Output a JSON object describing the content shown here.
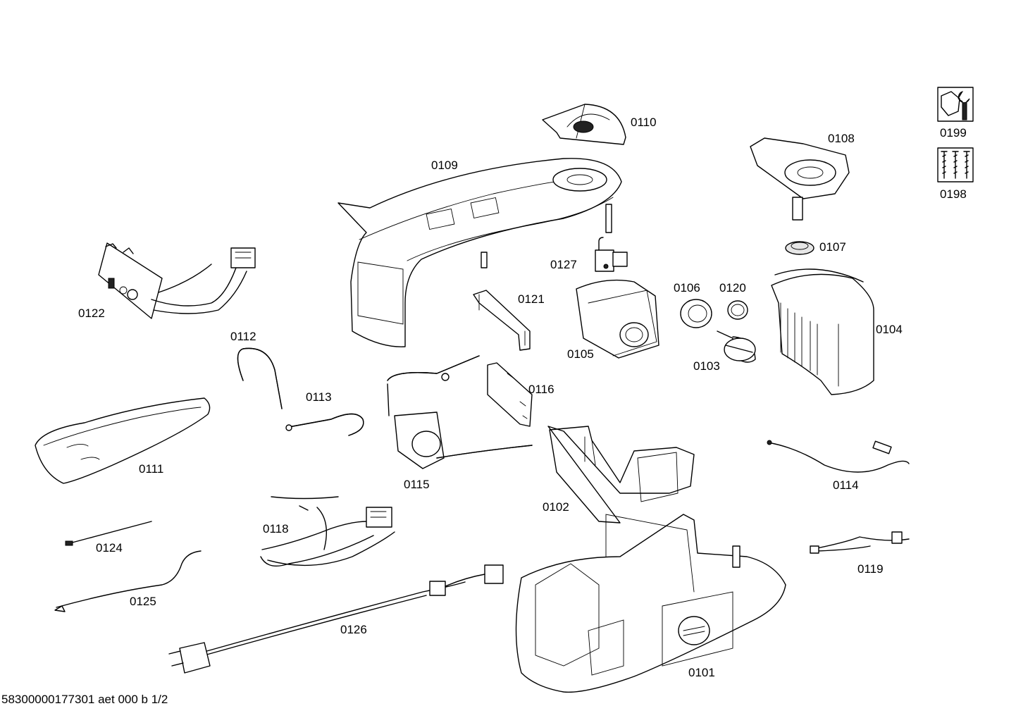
{
  "footer": {
    "document_id": "58300000177301 aet 000 b 1/2"
  },
  "legend": [
    {
      "code": "0199",
      "icon": "nut-and-wrench-icon"
    },
    {
      "code": "0198",
      "icon": "screws-icon"
    }
  ],
  "parts": [
    {
      "code": "0101"
    },
    {
      "code": "0102"
    },
    {
      "code": "0103"
    },
    {
      "code": "0104"
    },
    {
      "code": "0105"
    },
    {
      "code": "0106"
    },
    {
      "code": "0107"
    },
    {
      "code": "0108"
    },
    {
      "code": "0109"
    },
    {
      "code": "0110"
    },
    {
      "code": "0111"
    },
    {
      "code": "0112"
    },
    {
      "code": "0113"
    },
    {
      "code": "0114"
    },
    {
      "code": "0115"
    },
    {
      "code": "0116"
    },
    {
      "code": "0118"
    },
    {
      "code": "0119"
    },
    {
      "code": "0120"
    },
    {
      "code": "0121"
    },
    {
      "code": "0122"
    },
    {
      "code": "0124"
    },
    {
      "code": "0125"
    },
    {
      "code": "0126"
    },
    {
      "code": "0127"
    }
  ]
}
